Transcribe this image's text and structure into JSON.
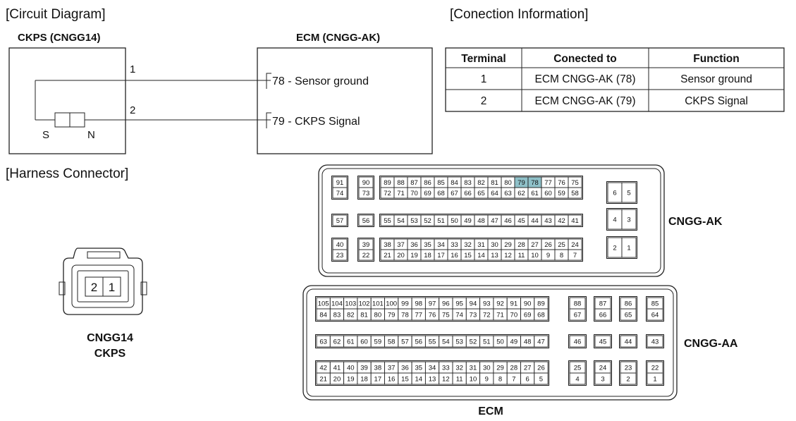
{
  "sections": {
    "circuit": "[Circuit Diagram]",
    "connection": "[Conection Information]",
    "harness": "[Harness Connector]"
  },
  "circuit": {
    "ckps_title": "CKPS (CNGG14)",
    "ecm_title": "ECM (CNGG-AK)",
    "wire1": "1",
    "wire2": "2",
    "pole_s": "S",
    "pole_n": "N",
    "ecm_pin_ground": "78 - Sensor ground",
    "ecm_pin_signal": "79 - CKPS Signal"
  },
  "table": {
    "headers": [
      "Terminal",
      "Conected to",
      "Function"
    ],
    "rows": [
      [
        "1",
        "ECM CNGG-AK (78)",
        "Sensor ground"
      ],
      [
        "2",
        "ECM CNGG-AK (79)",
        "CKPS Signal"
      ]
    ]
  },
  "harness": {
    "pins": [
      "2",
      "1"
    ],
    "name_line1": "CNGG14",
    "name_line2": "CKPS"
  },
  "ecm": {
    "ak_label": "CNGG-AK",
    "aa_label": "CNGG-AA",
    "ecm_label": "ECM",
    "highlight_pins": [
      "79",
      "78"
    ],
    "ak_groups": [
      [
        [
          "91",
          "74"
        ]
      ],
      [
        [
          "90",
          "73"
        ]
      ],
      [
        [
          "89",
          "88",
          "87",
          "86",
          "85",
          "84",
          "83",
          "82",
          "81",
          "80",
          "79",
          "78",
          "77",
          "76",
          "75"
        ],
        [
          "72",
          "71",
          "70",
          "69",
          "68",
          "67",
          "66",
          "65",
          "64",
          "63",
          "62",
          "61",
          "60",
          "59",
          "58"
        ]
      ],
      [
        [
          "57"
        ]
      ],
      [
        [
          "56"
        ]
      ],
      [
        [
          "55",
          "54",
          "53",
          "52",
          "51",
          "50",
          "49",
          "48",
          "47",
          "46",
          "45",
          "44",
          "43",
          "42",
          "41"
        ]
      ],
      [
        [
          "40",
          "23"
        ]
      ],
      [
        [
          "39",
          "22"
        ]
      ],
      [
        [
          "38",
          "37",
          "36",
          "35",
          "34",
          "33",
          "32",
          "31",
          "30",
          "29",
          "28",
          "27",
          "26",
          "25",
          "24"
        ],
        [
          "21",
          "20",
          "19",
          "18",
          "17",
          "16",
          "15",
          "14",
          "13",
          "12",
          "11",
          "10",
          "9",
          "8",
          "7"
        ]
      ],
      [
        [
          "6",
          "5"
        ]
      ],
      [
        [
          "4",
          "3"
        ]
      ],
      [
        [
          "2",
          "1"
        ]
      ]
    ],
    "aa_groups": [
      [
        [
          "105",
          "104",
          "103",
          "102",
          "101",
          "100",
          "99",
          "98",
          "97",
          "96",
          "95",
          "94",
          "93",
          "92",
          "91",
          "90",
          "89"
        ],
        [
          "84",
          "83",
          "82",
          "81",
          "80",
          "79",
          "78",
          "77",
          "76",
          "75",
          "74",
          "73",
          "72",
          "71",
          "70",
          "69",
          "68"
        ]
      ],
      [
        [
          "88",
          "67"
        ]
      ],
      [
        [
          "87",
          "66"
        ]
      ],
      [
        [
          "86",
          "65"
        ]
      ],
      [
        [
          "85",
          "64"
        ]
      ],
      [
        [
          "63",
          "62",
          "61",
          "60",
          "59",
          "58",
          "57",
          "56",
          "55",
          "54",
          "53",
          "52",
          "51",
          "50",
          "49",
          "48",
          "47"
        ]
      ],
      [
        [
          "46"
        ]
      ],
      [
        [
          "45"
        ]
      ],
      [
        [
          "44"
        ]
      ],
      [
        [
          "43"
        ]
      ],
      [
        [
          "42",
          "41",
          "40",
          "39",
          "38",
          "37",
          "36",
          "35",
          "34",
          "33",
          "32",
          "31",
          "30",
          "29",
          "28",
          "27",
          "26"
        ],
        [
          "21",
          "20",
          "19",
          "18",
          "17",
          "16",
          "15",
          "14",
          "13",
          "12",
          "11",
          "10",
          "9",
          "8",
          "7",
          "6",
          "5"
        ]
      ],
      [
        [
          "25",
          "4"
        ]
      ],
      [
        [
          "24",
          "3"
        ]
      ],
      [
        [
          "23",
          "2"
        ]
      ],
      [
        [
          "22",
          "1"
        ]
      ]
    ]
  }
}
